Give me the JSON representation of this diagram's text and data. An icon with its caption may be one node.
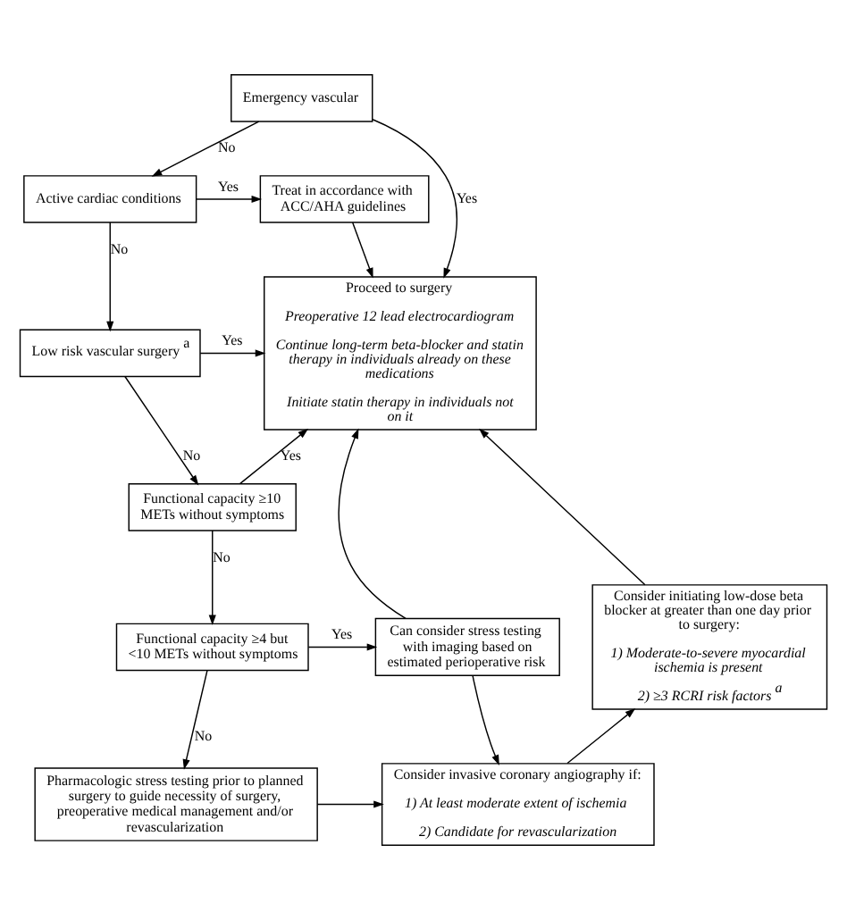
{
  "diagram": {
    "nodes": [
      {
        "text": [
          "Emergency vascular"
        ]
      },
      {
        "text": [
          "Active cardiac conditions"
        ]
      },
      {
        "text": [
          "Treat in accordance with ACC/AHA guidelines"
        ]
      },
      {
        "text": [
          "Low risk vascular surgery$^{a}$"
        ]
      },
      {
        "text": [
          "Proceed to surgery",
          "Preoperative 12 lead electrocardiogram",
          "Continue long-term beta-blocker and statin therapy in individuals already on these medications",
          "Initiate statin therapy in individuals not on it"
        ]
      },
      {
        "text": [
          "Functional capacity ≥10 METs without symptoms"
        ]
      },
      {
        "text": [
          "Functional capacity ≥4 but <10 METs without symptoms"
        ]
      },
      {
        "text": [
          "Can consider stress testing with imaging based on estimated perioperative risk"
        ]
      },
      {
        "text": [
          "Consider initiating low-dose beta blocker at greater than one day prior to surgery:",
          "1) Moderate-to-severe myocardial ischemia is present",
          "2) ≥3 RCRI risk factors$^{a}$"
        ]
      },
      {
        "text": [
          "Pharmacologic stress testing prior to planned surgery to guide necessity of surgery, preoperative medical management and/or revascularization"
        ]
      },
      {
        "text": [
          "Consider invasive coronary angiography if:",
          "1) At least moderate extent of ischemia",
          "2) Candidate for revascularization"
        ]
      }
    ],
    "edges": [
      {
        "from": 0,
        "to": 4,
        "arrow": "to",
        "label": "Yes"
      },
      {
        "from": 0,
        "to": 1,
        "arrow": "to",
        "label": "No"
      },
      {
        "from": 1,
        "to": 2,
        "arrow": "to",
        "label": "Yes"
      },
      {
        "from": 1,
        "to": 3,
        "arrow": "to",
        "label": "No"
      },
      {
        "from": 2,
        "to": 4,
        "arrow": "to"
      },
      {
        "from": 3,
        "to": 4,
        "arrow": "to",
        "label": "Yes"
      },
      {
        "from": 3,
        "to": 5,
        "arrow": "to",
        "label": "No"
      },
      {
        "from": 5,
        "to": 4,
        "arrow": "to",
        "label": "Yes"
      },
      {
        "from": 5,
        "to": 6,
        "arrow": "to",
        "label": "No"
      },
      {
        "from": 6,
        "to": 7,
        "arrow": "to",
        "label": "Yes"
      },
      {
        "from": 6,
        "to": 9,
        "arrow": "to",
        "label": "No"
      },
      {
        "from": 7,
        "to": 4,
        "arrow": "to"
      },
      {
        "from": 7,
        "to": 10,
        "arrow": "to"
      },
      {
        "from": 9,
        "to": 10,
        "arrow": "to"
      },
      {
        "from": 10,
        "to": 8,
        "arrow": "to"
      },
      {
        "from": 8,
        "to": 4,
        "arrow": "to"
      }
    ]
  }
}
